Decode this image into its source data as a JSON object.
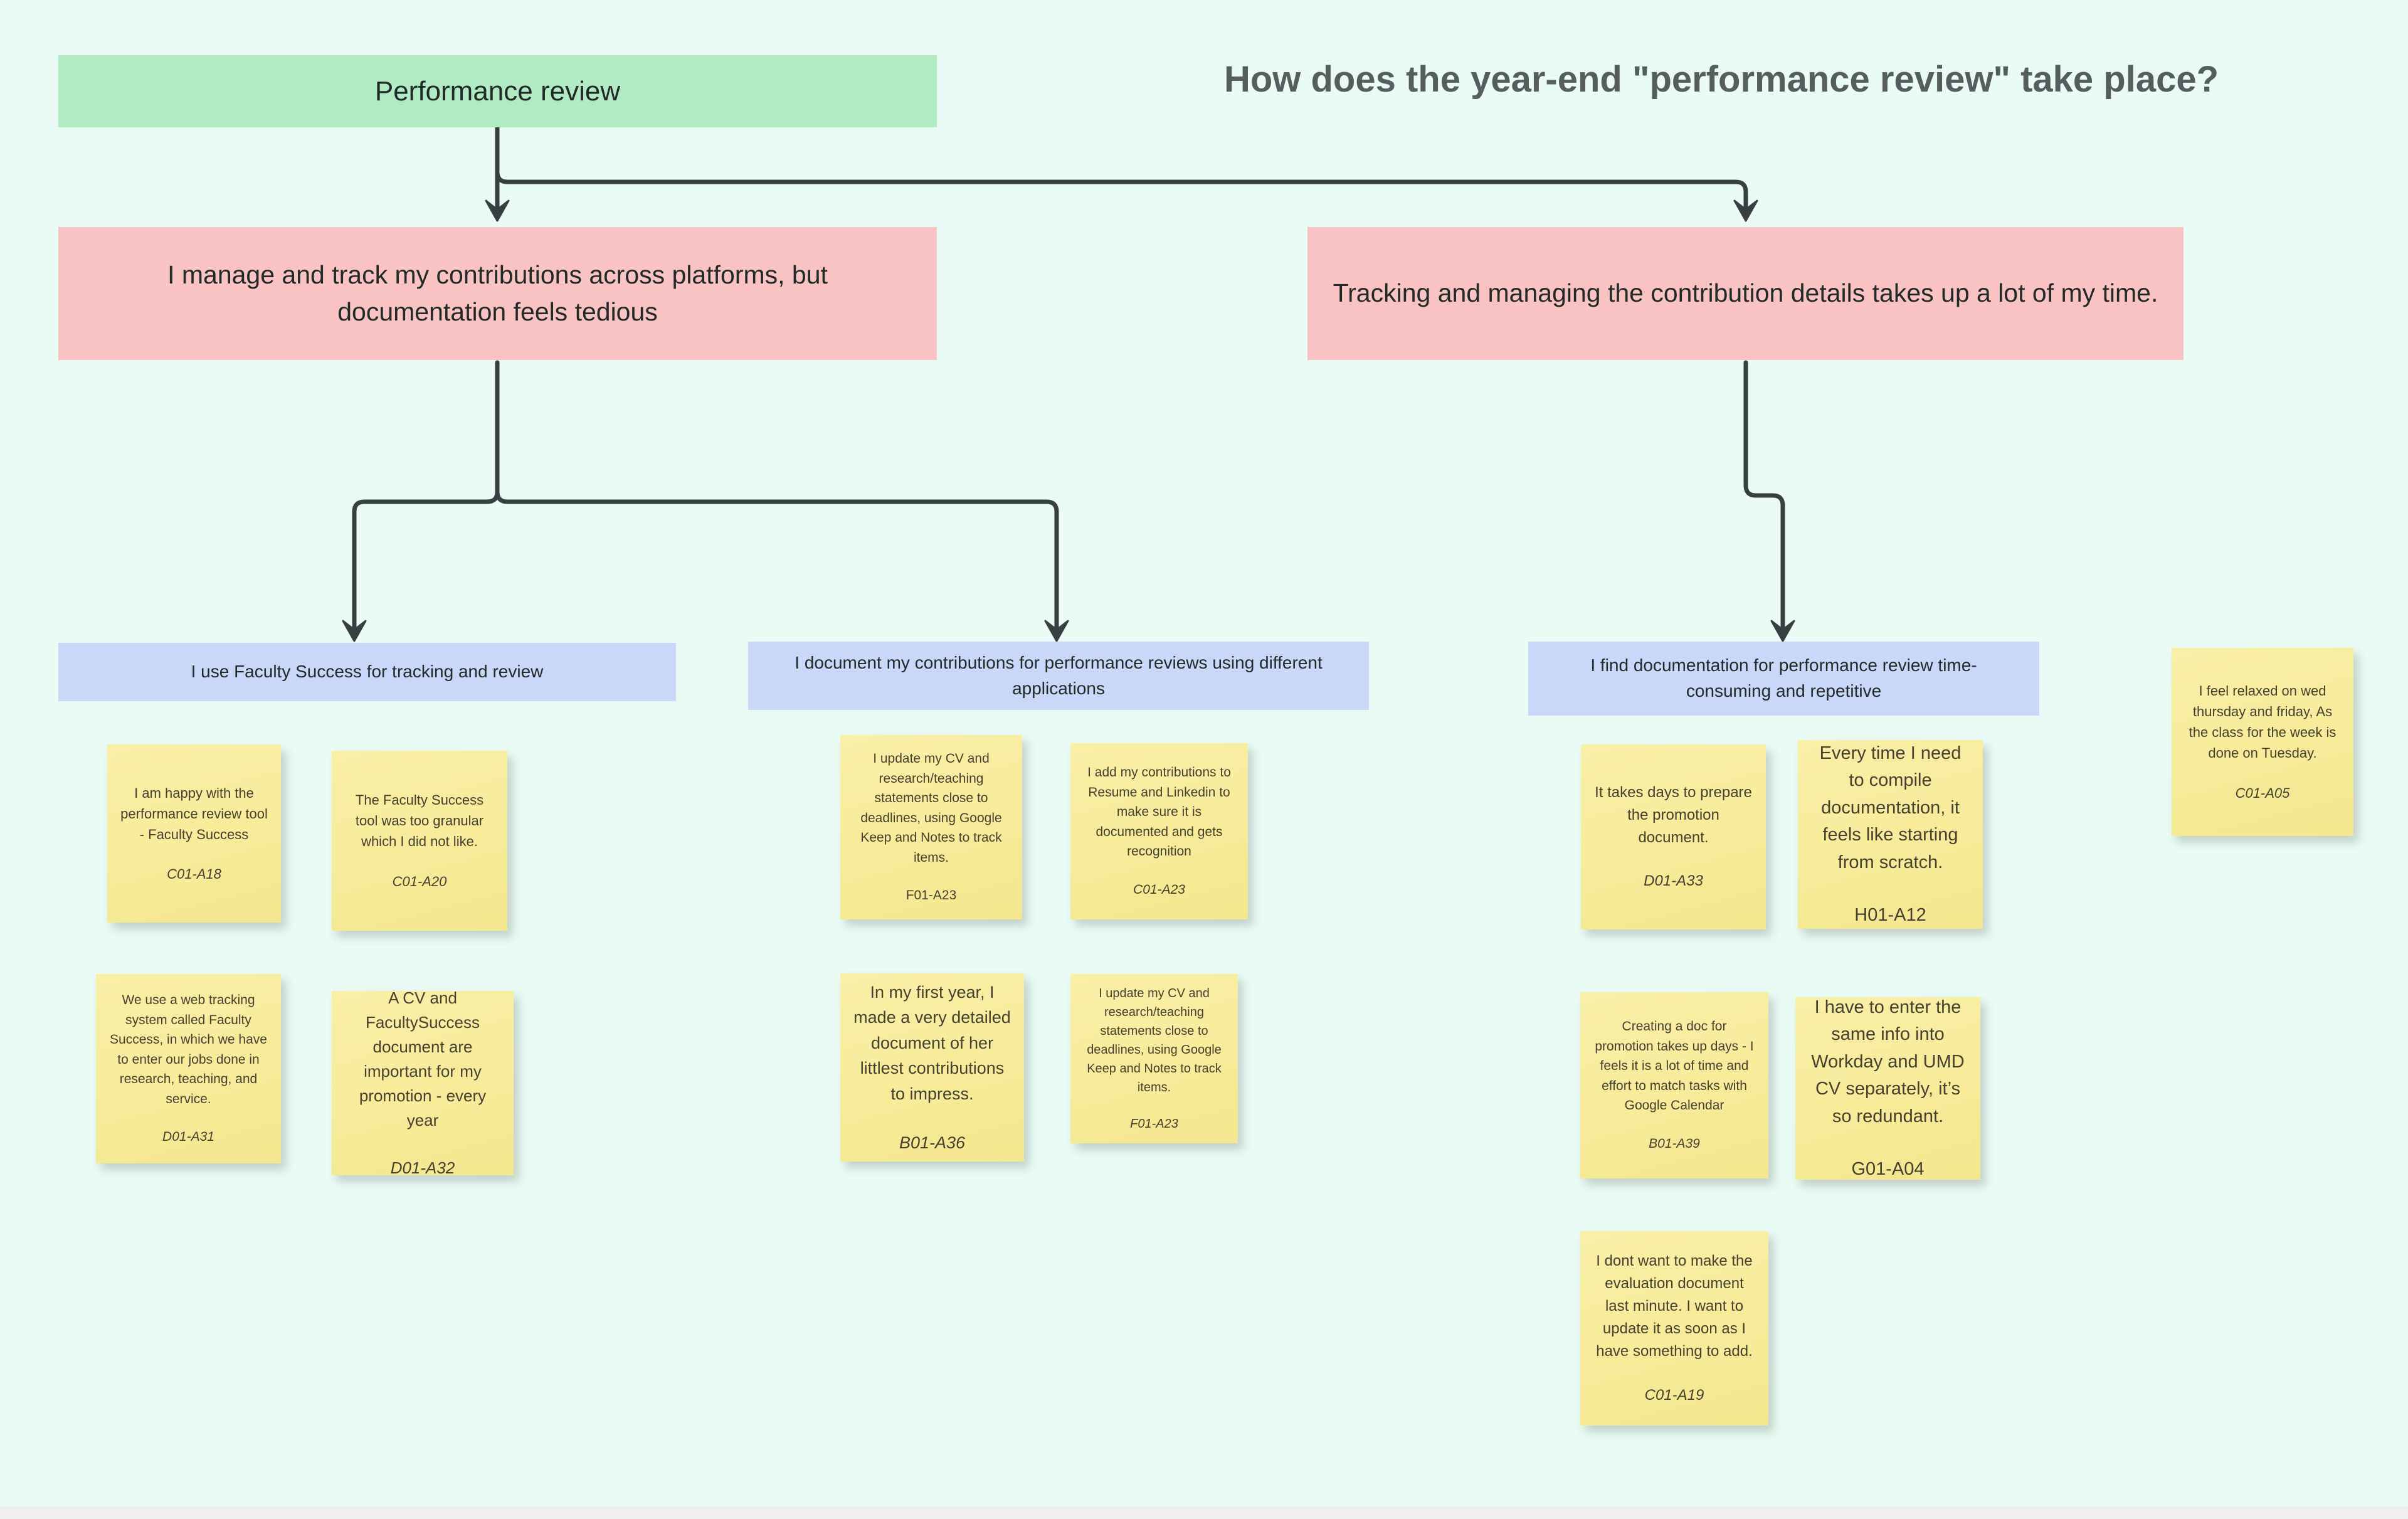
{
  "board": {
    "question": "How does the year-end \"performance review\" take place?",
    "root": {
      "label": "Performance review"
    },
    "themes": [
      {
        "label": "I manage and track my contributions across platforms, but documentation feels tedious"
      },
      {
        "label": "Tracking and managing the contribution details takes up a lot of my time."
      }
    ],
    "insights": [
      {
        "label": "I use Faculty Success for tracking and review"
      },
      {
        "label": "I document my contributions for performance reviews using different applications"
      },
      {
        "label": "I find documentation for performance review time-consuming and repetitive"
      }
    ],
    "stickies": [
      {
        "text": "I am happy with the performance review tool - Faculty Success",
        "id": "C01-A18"
      },
      {
        "text": "The Faculty Success tool was too granular which I did not like.",
        "id": "C01-A20"
      },
      {
        "text": "We use a web tracking system called Faculty Success, in which we have to enter our jobs done in research, teaching, and service.",
        "id": "D01-A31"
      },
      {
        "text": "A CV and FacultySuccess document are important for my promotion - every year",
        "id": "D01-A32"
      },
      {
        "text": "I update my CV and research/teaching statements close to deadlines, using Google Keep and Notes to track items.",
        "id": "F01-A23"
      },
      {
        "text": "I add my contributions to Resume and Linkedin to make sure it is documented and gets recognition",
        "id": "C01-A23"
      },
      {
        "text": "In my first year, I made a very detailed document of her littlest contributions to impress.",
        "id": "B01-A36"
      },
      {
        "text": "I update my CV and research/teaching statements close to deadlines, using Google Keep and Notes to track items.",
        "id": "F01-A23"
      },
      {
        "text": "It takes days to prepare the promotion document.",
        "id": "D01-A33"
      },
      {
        "text": "Every time I need to compile documentation, it feels like starting from scratch.",
        "id": "H01-A12"
      },
      {
        "text": "Creating a doc for promotion takes up days - I feels it is a lot of time and effort to match tasks with Google Calendar",
        "id": "B01-A39"
      },
      {
        "text": "I have to enter the same info into Workday and UMD CV separately, it’s so redundant.",
        "id": "G01-A04"
      },
      {
        "text": "I dont want to make the evaluation document last minute. I want to update it as soon as I have something to add.",
        "id": "C01-A19"
      },
      {
        "text": "I feel relaxed on wed thursday and  friday, As the class for the week is done on Tuesday.",
        "id": "C01-A05"
      }
    ],
    "colors": {
      "background": "#e9fbf4",
      "root_node": "#b0ebc3",
      "theme_node": "#f9c3c3",
      "insight_node": "#c9d7f8",
      "sticky_note": "#f8ec9c",
      "connector": "#383f41",
      "question_text": "#565d5f"
    }
  }
}
